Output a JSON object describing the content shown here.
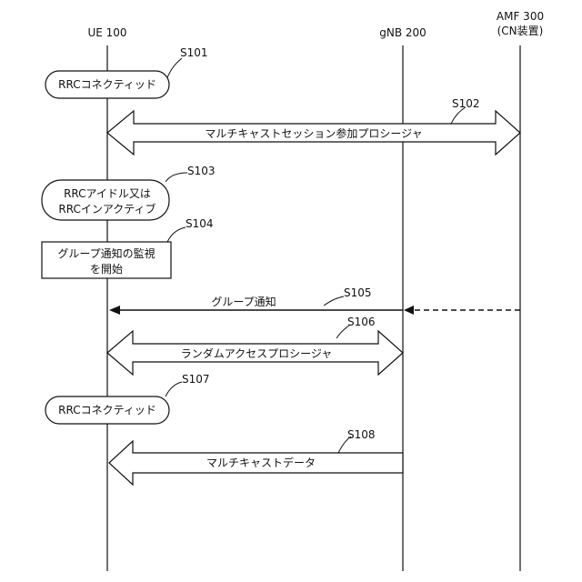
{
  "entities": {
    "ue": "UE 100",
    "gnb": "gNB 200",
    "amf": "AMF 300",
    "amf_sub": "(CN装置)"
  },
  "steps": {
    "s101": {
      "id": "S101",
      "text": "RRCコネクティッド"
    },
    "s102": {
      "id": "S102",
      "text": "マルチキャストセッション参加プロシージャ"
    },
    "s103": {
      "id": "S103",
      "line1": "RRCアイドル又は",
      "line2": "RRCインアクティブ"
    },
    "s104": {
      "id": "S104",
      "line1": "グループ通知の監視",
      "line2": "を開始"
    },
    "s105": {
      "id": "S105",
      "text": "グループ通知"
    },
    "s106": {
      "id": "S106",
      "text": "ランダムアクセスプロシージャ"
    },
    "s107": {
      "id": "S107",
      "text": "RRCコネクティッド"
    },
    "s108": {
      "id": "S108",
      "text": "マルチキャストデータ"
    }
  }
}
